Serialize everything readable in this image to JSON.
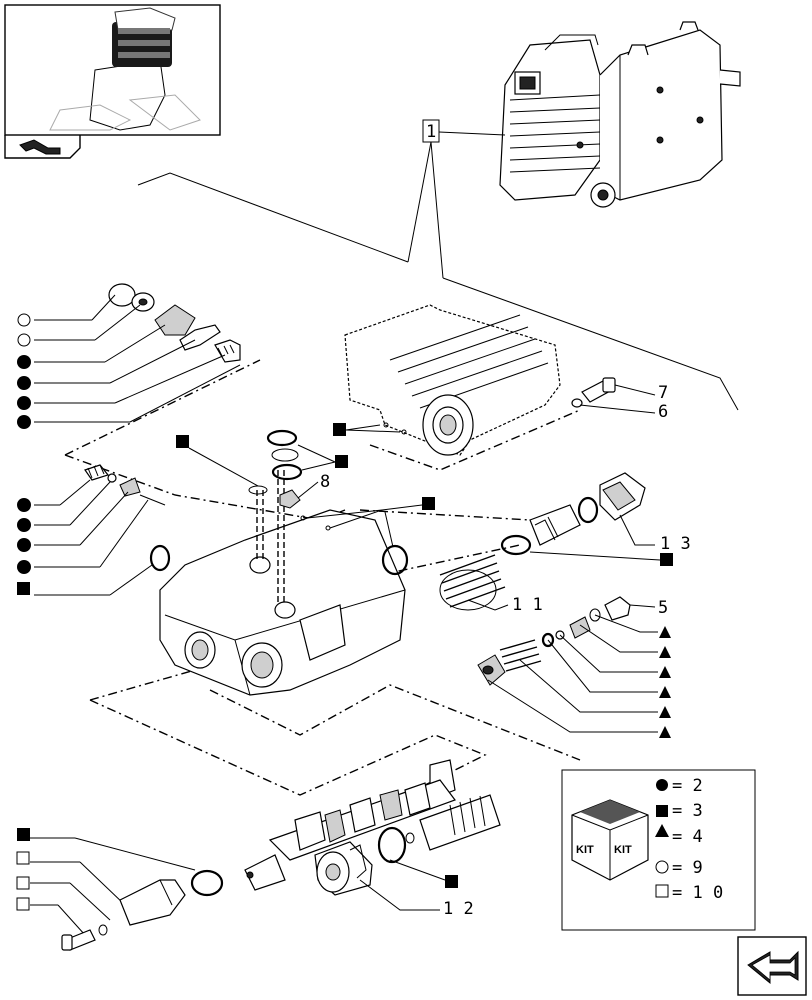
{
  "diagram": {
    "main_ref": "1",
    "callouts": {
      "c5": "5",
      "c6": "6",
      "c7": "7",
      "c8": "8",
      "c11": "1 1",
      "c12": "1 2",
      "c13": "1 3"
    },
    "kit_legend": {
      "kit_word_left": "KIT",
      "kit_word_right": "KIT",
      "rows": [
        {
          "symbol": "filled-circle",
          "text": "= 2"
        },
        {
          "symbol": "filled-square",
          "text": "= 3"
        },
        {
          "symbol": "filled-triangle",
          "text": "= 4"
        },
        {
          "symbol": "open-circle",
          "text": "= 9"
        },
        {
          "symbol": "open-square",
          "text": "= 1 0"
        }
      ]
    }
  }
}
